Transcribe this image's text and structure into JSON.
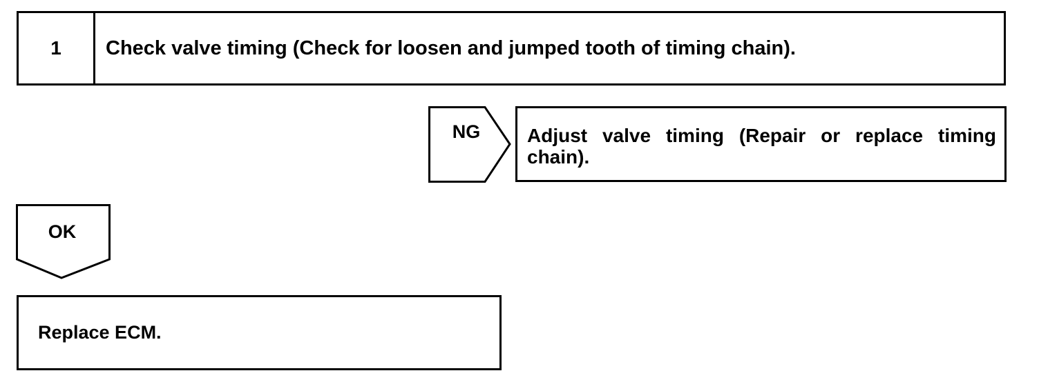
{
  "step": {
    "number": "1",
    "title": "Check valve timing (Check for loosen and jumped tooth of timing chain)."
  },
  "ng_branch": {
    "label": "NG",
    "action": "Adjust valve timing (Repair or replace timing chain)."
  },
  "ok_branch": {
    "label": "OK",
    "action": "Replace ECM."
  },
  "colors": {
    "line": "#000000",
    "background": "#ffffff"
  }
}
